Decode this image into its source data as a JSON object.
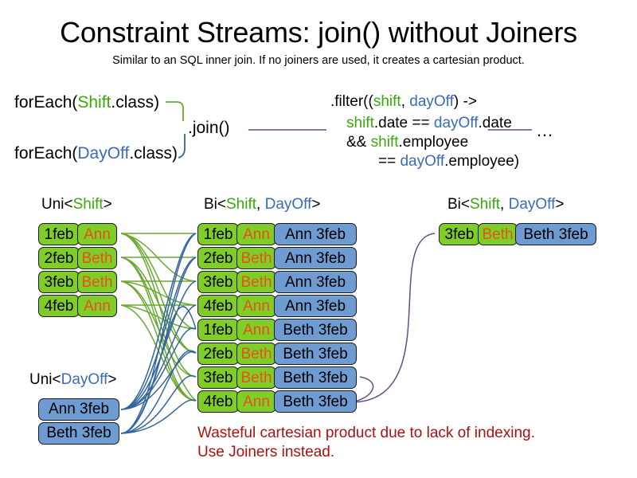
{
  "header": {
    "title": "Constraint Streams: join() without Joiners",
    "subtitle": "Similar to an SQL inner join. If no joiners are used, it creates a cartesian product."
  },
  "code": {
    "for_each_shift": {
      "prefix": "forEach(",
      "type": "Shift",
      "suffix": ".class)"
    },
    "for_each_dayoff": {
      "prefix": "forEach(",
      "type": "DayOff",
      "suffix": ".class)"
    },
    "join_label": ".join()",
    "ellipsis": "…",
    "filter": {
      "line1_a": ".filter((",
      "line1_shift": "shift",
      "line1_comma": ", ",
      "line1_dayoff": "dayOff",
      "line1_b": ") ->",
      "line2_shift": "shift",
      "line2_mid": ".date == ",
      "line2_dayoff": "dayOff",
      "line2_end": ".date",
      "line3_and": "&& ",
      "line3_shift": "shift",
      "line3_end": ".employee",
      "line4_eq": "== ",
      "line4_dayoff": "dayOff",
      "line4_end": ".employee)"
    }
  },
  "labels": {
    "uni_shift": {
      "prefix": "Uni<",
      "type": "Shift",
      "suffix": ">"
    },
    "bi_middle": {
      "prefix": "Bi<",
      "type1": "Shift",
      "sep": ", ",
      "type2": "DayOff",
      "suffix": ">"
    },
    "bi_right": {
      "prefix": "Bi<",
      "type1": "Shift",
      "sep": ", ",
      "type2": "DayOff",
      "suffix": ">"
    },
    "uni_dayoff": {
      "prefix": "Uni<",
      "type": "DayOff",
      "suffix": ">"
    }
  },
  "shift_rows": [
    {
      "date": "1feb",
      "employee": "Ann"
    },
    {
      "date": "2feb",
      "employee": "Beth"
    },
    {
      "date": "3feb",
      "employee": "Beth"
    },
    {
      "date": "4feb",
      "employee": "Ann"
    }
  ],
  "dayoff_rows": [
    {
      "label": "Ann 3feb"
    },
    {
      "label": "Beth 3feb"
    }
  ],
  "cartesian_rows": [
    {
      "date": "1feb",
      "employee": "Ann",
      "dayoff": "Ann 3feb"
    },
    {
      "date": "2feb",
      "employee": "Beth",
      "dayoff": "Ann 3feb"
    },
    {
      "date": "3feb",
      "employee": "Beth",
      "dayoff": "Ann 3feb"
    },
    {
      "date": "4feb",
      "employee": "Ann",
      "dayoff": "Ann 3feb"
    },
    {
      "date": "1feb",
      "employee": "Ann",
      "dayoff": "Beth 3feb"
    },
    {
      "date": "2feb",
      "employee": "Beth",
      "dayoff": "Beth 3feb"
    },
    {
      "date": "3feb",
      "employee": "Beth",
      "dayoff": "Beth 3feb"
    },
    {
      "date": "4feb",
      "employee": "Ann",
      "dayoff": "Beth 3feb"
    }
  ],
  "result_rows": [
    {
      "date": "3feb",
      "employee": "Beth",
      "dayoff": "Beth 3feb"
    }
  ],
  "warning": {
    "line1": "Wasteful cartesian product due to lack of indexing.",
    "line2": "Use Joiners instead."
  },
  "colors": {
    "shift_green_fill": "#80cd28",
    "dayoff_blue_fill": "#6e9bd2",
    "employee_text": "#e8521a",
    "type_shift": "#3aa80c",
    "type_dayoff": "#3a6bb5",
    "warning_red": "#aa1111",
    "connector_green": "#6aa832",
    "connector_blue": "#33669b",
    "connector_purple": "#6b4c82"
  }
}
